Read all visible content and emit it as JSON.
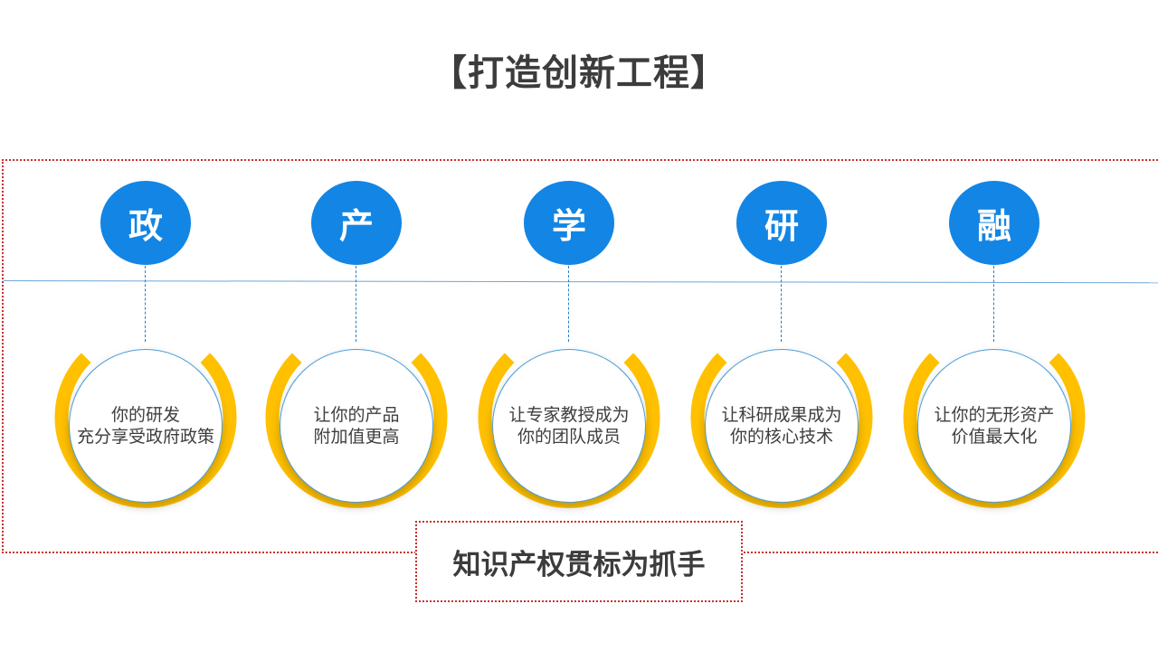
{
  "title": "【打造创新工程】",
  "colors": {
    "badge": "#1385e4",
    "ring": "#ffc000",
    "frame_border": "#c9302c",
    "timeline": "#6ea6d8"
  },
  "nodes": [
    {
      "label": "政",
      "text": "你的研发\n充分享受政府政策"
    },
    {
      "label": "产",
      "text": "让你的产品\n附加值更高"
    },
    {
      "label": "学",
      "text": "让专家教授成为\n你的团队成员"
    },
    {
      "label": "研",
      "text": "让科研成果成为\n你的核心技术"
    },
    {
      "label": "融",
      "text": "让你的无形资产\n价值最大化"
    }
  ],
  "caption": "知识产权贯标为抓手"
}
